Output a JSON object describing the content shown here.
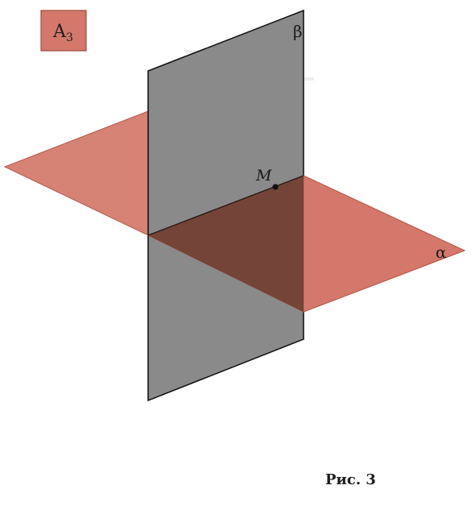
{
  "badge": {
    "letter": "A",
    "subscript": "3",
    "color": "#d3786a"
  },
  "planes": {
    "alpha": {
      "label": "α",
      "color": "#d3786a"
    },
    "beta": {
      "label": "β",
      "color": "#8a8a8a"
    }
  },
  "point": {
    "label": "M"
  },
  "caption": "Рис. 3"
}
